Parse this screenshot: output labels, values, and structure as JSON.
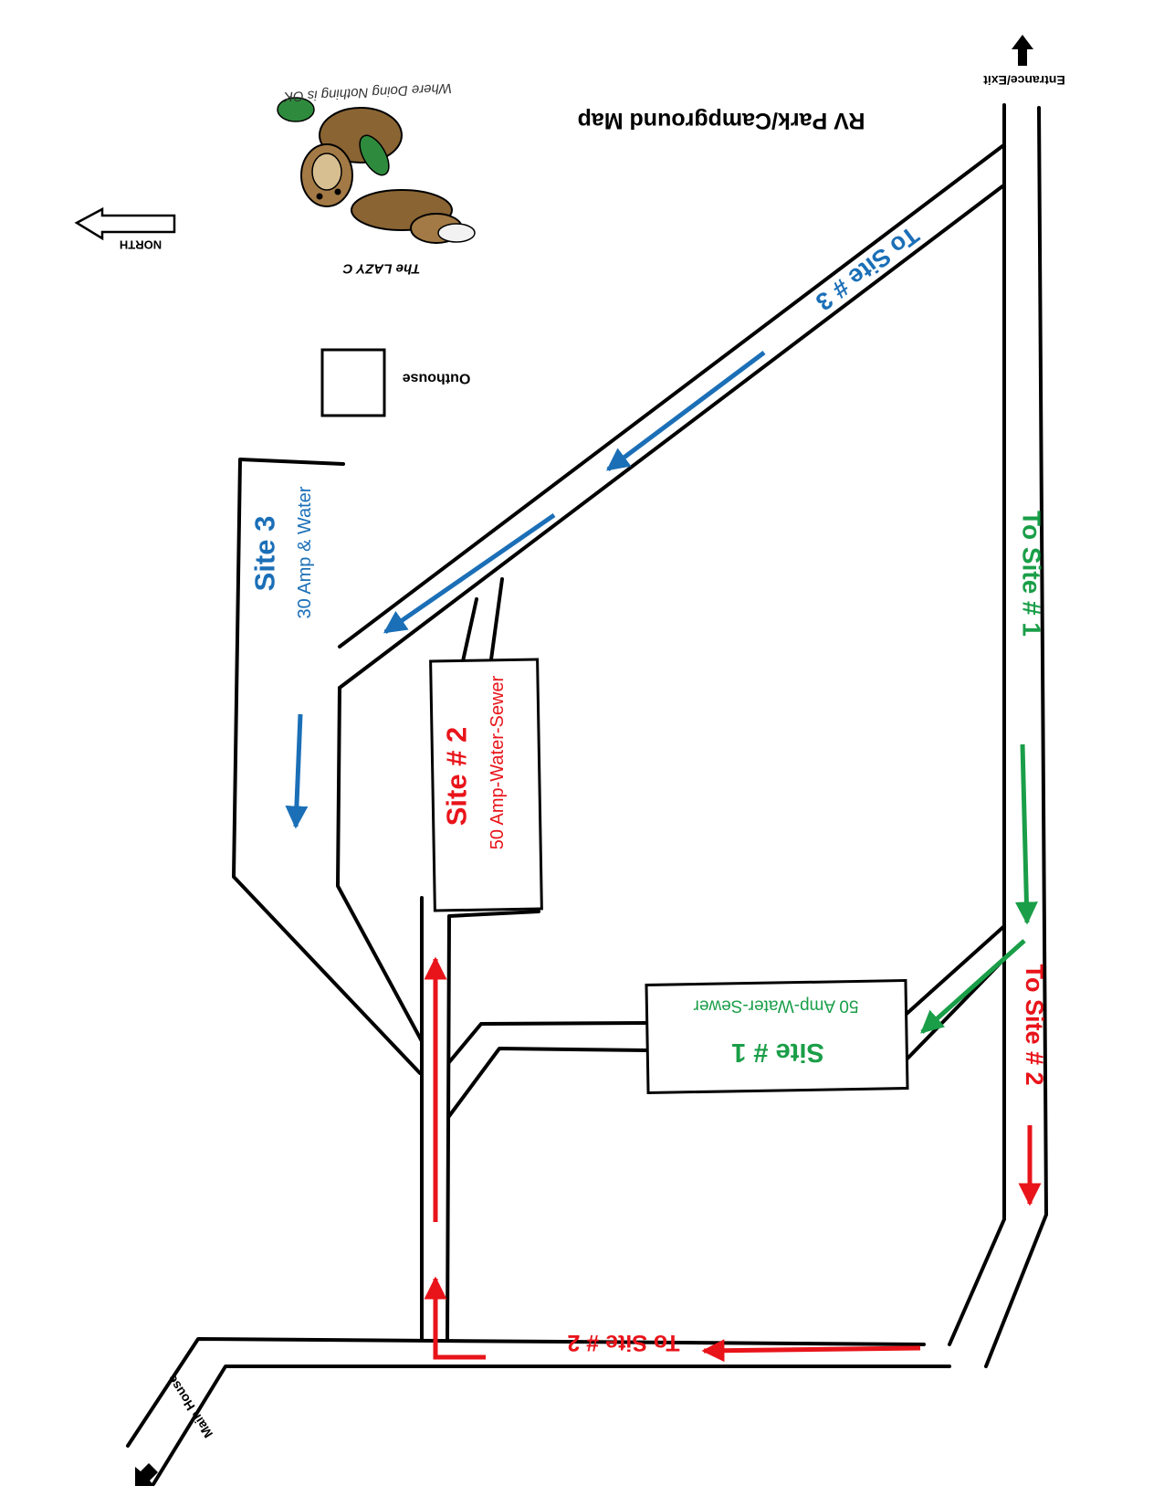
{
  "map": {
    "title": "RV Park/Campground Map",
    "north_label": "NORTH",
    "entrance_label": "Entrance/Exit",
    "main_house_label": "Main House",
    "outhouse_label": "Outhouse",
    "logo": {
      "name": "The LAZY C",
      "tagline": "Where Doing Nothing is OK"
    },
    "routes": {
      "to_site_1": "To Site # 1",
      "to_site_2": "To Site # 2",
      "to_site_3": "To Site # 3"
    },
    "sites": [
      {
        "name": "Site # 1",
        "amenities": "50 Amp-Water-Sewer"
      },
      {
        "name": "Site # 2",
        "amenities": "50 Amp-Water-Sewer"
      },
      {
        "name": "Site 3",
        "amenities": "30 Amp & Water"
      }
    ]
  },
  "colors": {
    "site_1": "#1a9e48",
    "site_2": "#e8141a",
    "site_3": "#1b6fb7",
    "roads": "#000000"
  }
}
